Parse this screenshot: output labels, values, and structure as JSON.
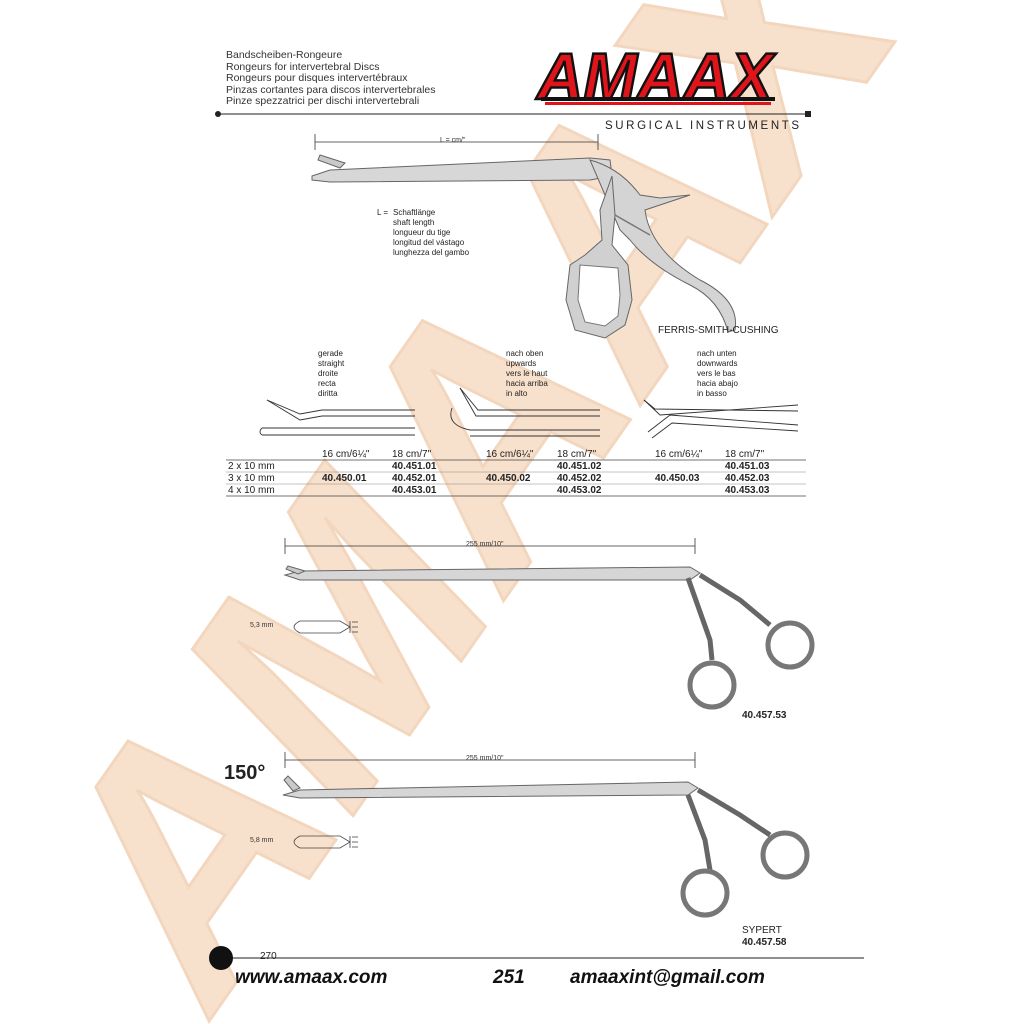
{
  "header": {
    "lines": [
      "Bandscheiben-Rongeure",
      "Rongeurs for intervertebral Discs",
      "Rongeurs pour disques intervertébraux",
      "Pinzas cortantes para discos intervertebrales",
      "Pinze spezzatrici per dischi intervertebrali"
    ],
    "logo_text": "AMAAX",
    "logo_subtitle": "SURGICAL INSTRUMENTS",
    "logo_color": "#e0141b",
    "watermark_color": "#f3c9a4"
  },
  "instrument1": {
    "length_label": "L = cm/\"",
    "legend_key": "L =",
    "legend_lines": [
      "Schaftlänge",
      "shaft length",
      "longueur du tige",
      "longitud del vástago",
      "lunghezza del gambo"
    ],
    "name": "FERRIS-SMITH-CUSHING"
  },
  "variants": [
    {
      "lines": [
        "gerade",
        "straight",
        "droite",
        "recta",
        "diritta"
      ]
    },
    {
      "lines": [
        "nach oben",
        "upwards",
        "vers le haut",
        "hacia arriba",
        "in alto"
      ]
    },
    {
      "lines": [
        "nach unten",
        "downwards",
        "vers le bas",
        "hacia abajo",
        "in basso"
      ]
    }
  ],
  "table": {
    "headers": [
      "16 cm/6¼\"",
      "18 cm/7\"",
      "16 cm/6¼\"",
      "18 cm/7\"",
      "16 cm/6¼\"",
      "18 cm/7\""
    ],
    "rows": [
      {
        "size": "2 x 10 mm",
        "cells": [
          "",
          "40.451.01",
          "",
          "40.451.02",
          "",
          "40.451.03"
        ]
      },
      {
        "size": "3 x 10 mm",
        "cells": [
          "40.450.01",
          "40.452.01",
          "40.450.02",
          "40.452.02",
          "40.450.03",
          "40.452.03"
        ]
      },
      {
        "size": "4 x 10 mm",
        "cells": [
          "",
          "40.453.01",
          "",
          "40.453.02",
          "",
          "40.453.03"
        ]
      }
    ]
  },
  "instrument2": {
    "length_label": "255 mm/10\"",
    "tip_size": "5,3 mm",
    "code": "40.457.53"
  },
  "instrument3": {
    "angle": "150°",
    "length_label": "255 mm/10\"",
    "tip_size": "5,8 mm",
    "name": "SYPERT",
    "code": "40.457.58"
  },
  "footer": {
    "page_number": "270",
    "website": "www.amaax.com",
    "catalog_number": "251",
    "email": "amaaxint@gmail.com"
  }
}
